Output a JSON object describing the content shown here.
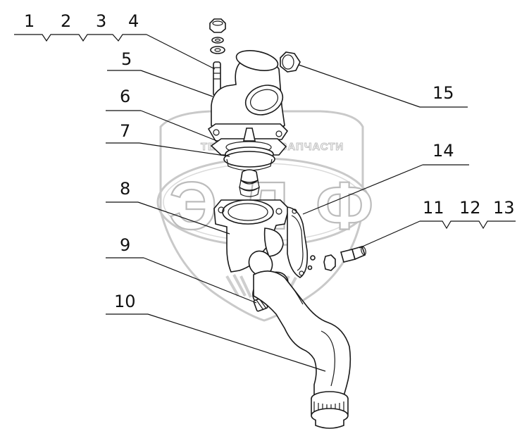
{
  "watermark": {
    "top_text_left": "ТЕХНИ",
    "top_text_right": "ЗАПЧАСТИ",
    "logo_letters": "ЭЛФ"
  },
  "callouts": [
    {
      "id": "c1",
      "text": "1"
    },
    {
      "id": "c2",
      "text": "2"
    },
    {
      "id": "c3",
      "text": "3"
    },
    {
      "id": "c4",
      "text": "4"
    },
    {
      "id": "c5",
      "text": "5"
    },
    {
      "id": "c6",
      "text": "6"
    },
    {
      "id": "c7",
      "text": "7"
    },
    {
      "id": "c8",
      "text": "8"
    },
    {
      "id": "c9",
      "text": "9"
    },
    {
      "id": "c10",
      "text": "10"
    },
    {
      "id": "c11",
      "text": "11"
    },
    {
      "id": "c12",
      "text": "12"
    },
    {
      "id": "c13",
      "text": "13"
    },
    {
      "id": "c14",
      "text": "14"
    },
    {
      "id": "c15",
      "text": "15"
    }
  ]
}
